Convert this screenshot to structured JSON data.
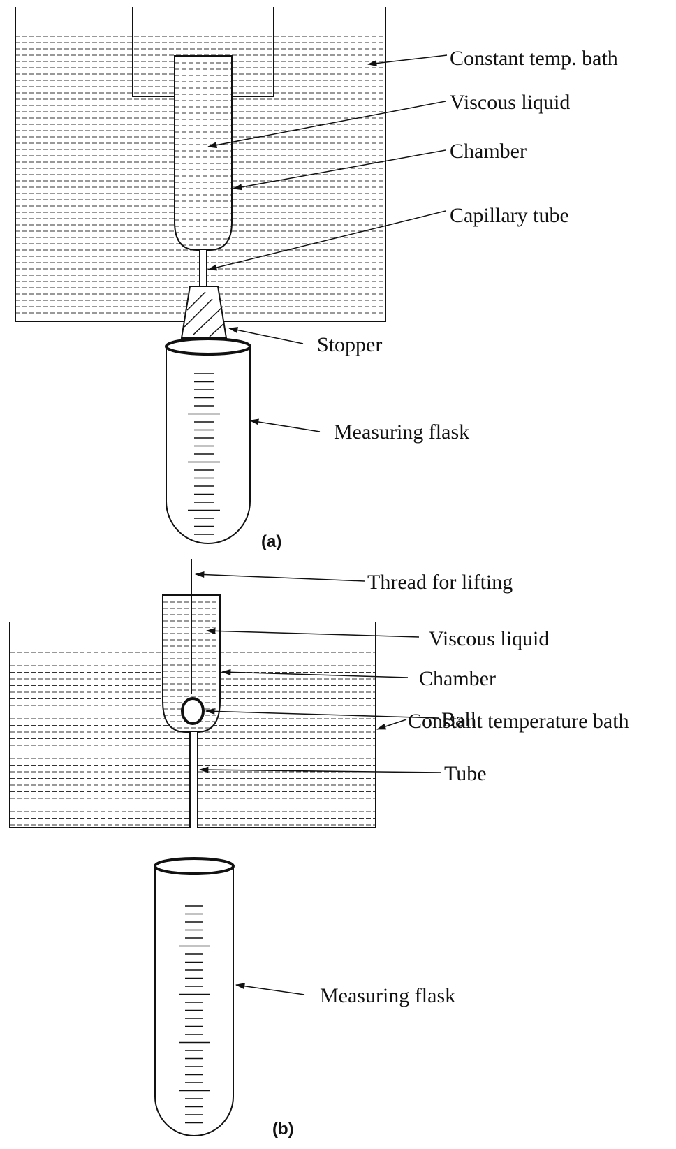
{
  "diagram_a": {
    "caption": "(a)",
    "labels": {
      "bath": "Constant temp. bath",
      "liquid": "Viscous liquid",
      "chamber": "Chamber",
      "capillary": "Capillary tube",
      "stopper": "Stopper",
      "flask": "Measuring flask"
    }
  },
  "diagram_b": {
    "caption": "(b)",
    "labels": {
      "thread": "Thread for lifting",
      "liquid": "Viscous liquid",
      "chamber": "Chamber",
      "bath": "Constant temperature bath",
      "ball": "Ball",
      "tube": "Tube",
      "flask": "Measuring flask"
    }
  },
  "colors": {
    "line": "#111111",
    "background": "#ffffff"
  },
  "marker_names": [
    "arrow-head-icon"
  ]
}
